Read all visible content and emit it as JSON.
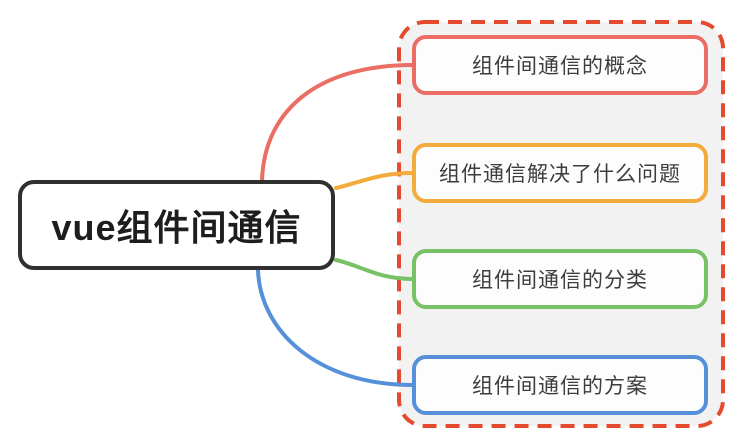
{
  "root": {
    "label": "vue组件间通信",
    "border_color": "#303030",
    "text_color": "#1d1d1d"
  },
  "group": {
    "border_color": "#e64a2e",
    "background": "#f2f2f2"
  },
  "branches": [
    {
      "label": "组件间通信的概念",
      "color": "#ea6e63"
    },
    {
      "label": "组件通信解决了什么问题",
      "color": "#f3ab3c"
    },
    {
      "label": "组件间通信的分类",
      "color": "#78c165"
    },
    {
      "label": "组件间通信的方案",
      "color": "#5590d9"
    }
  ]
}
